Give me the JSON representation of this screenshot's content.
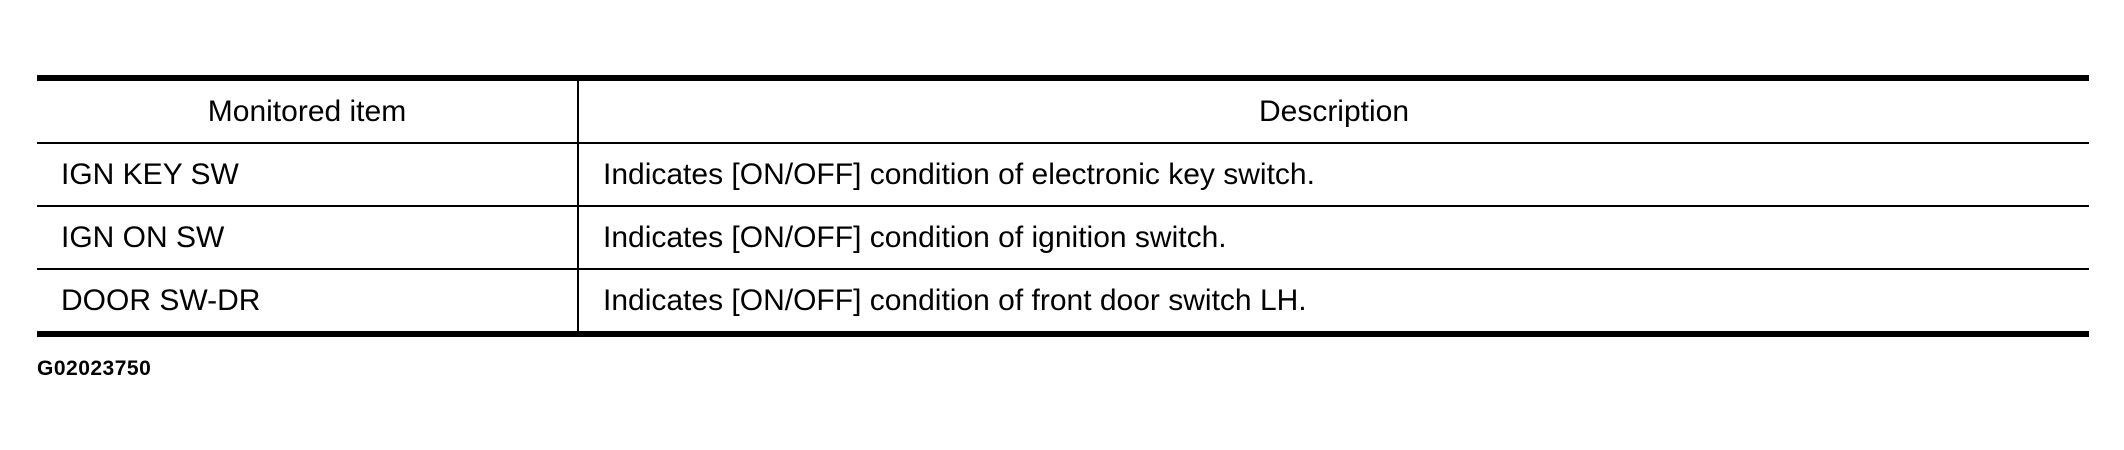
{
  "table": {
    "headers": {
      "monitored_item": "Monitored item",
      "description": "Description"
    },
    "rows": [
      {
        "item": "IGN KEY SW",
        "description": "Indicates [ON/OFF] condition of electronic key switch."
      },
      {
        "item": "IGN ON SW",
        "description": "Indicates [ON/OFF] condition of ignition switch."
      },
      {
        "item": "DOOR SW-DR",
        "description": "Indicates [ON/OFF] condition of front door switch LH."
      }
    ]
  },
  "figure_id": "G02023750"
}
